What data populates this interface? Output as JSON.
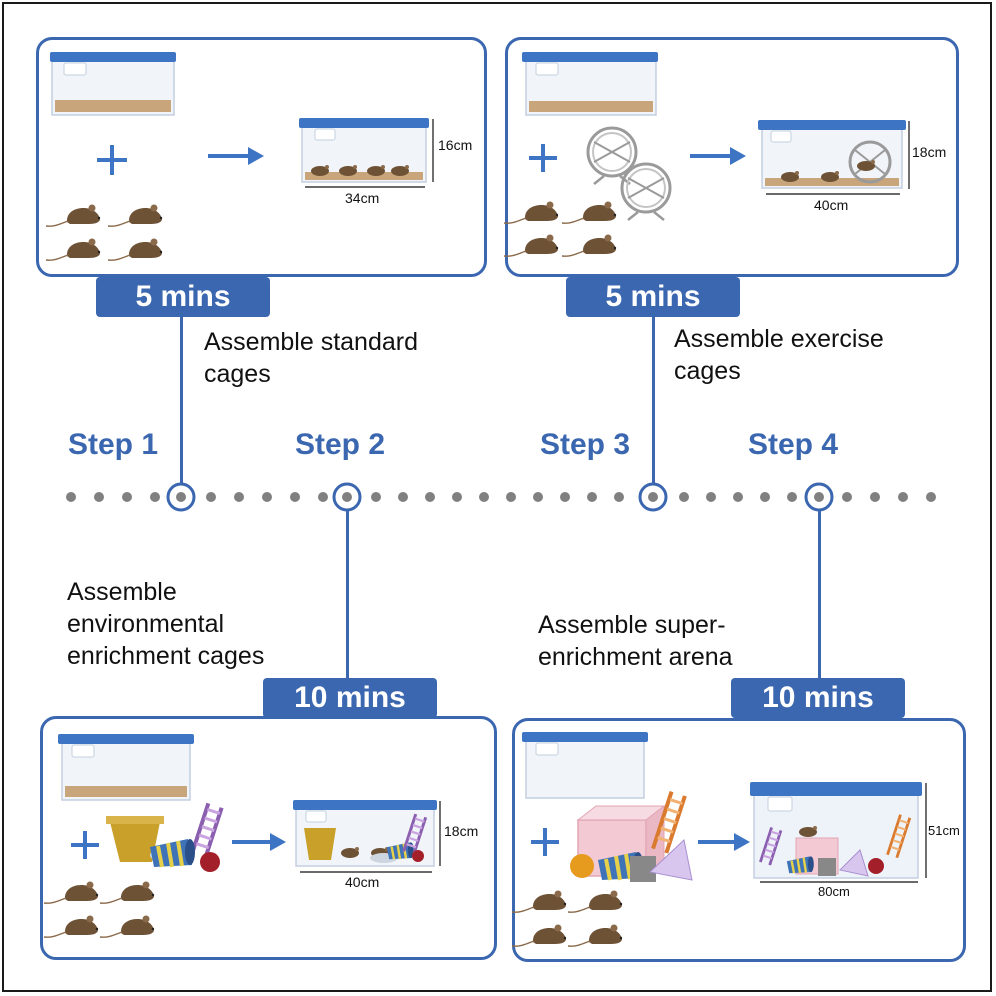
{
  "steps": [
    {
      "label": "Step 1",
      "duration": "5 mins",
      "description_line1": "Assemble standard",
      "description_line2": "cages",
      "cage_width": "34cm",
      "cage_height": "16cm"
    },
    {
      "label": "Step 2",
      "duration": "10 mins",
      "description_line1": "Assemble",
      "description_line2": "environmental",
      "description_line3": "enrichment cages",
      "cage_width": "40cm",
      "cage_height": "18cm"
    },
    {
      "label": "Step 3",
      "duration": "5 mins",
      "description_line1": "Assemble exercise",
      "description_line2": "cages",
      "cage_width": "40cm",
      "cage_height": "18cm"
    },
    {
      "label": "Step 4",
      "duration": "10 mins",
      "description_line1": "Assemble super-",
      "description_line2": "enrichment arena",
      "cage_width": "80cm",
      "cage_height": "51cm"
    }
  ],
  "colors": {
    "accent": "#3b67b0",
    "dots": "#808080",
    "mouse": "#6e5236",
    "bedding": "#c8a57a"
  },
  "icons": [
    "cage-icon",
    "mouse-icon",
    "plus-icon",
    "arrow-right-icon",
    "running-wheel-icon",
    "flower-pot-icon",
    "ladder-icon",
    "tunnel-icon",
    "ball-icon",
    "plastic-house-icon"
  ]
}
